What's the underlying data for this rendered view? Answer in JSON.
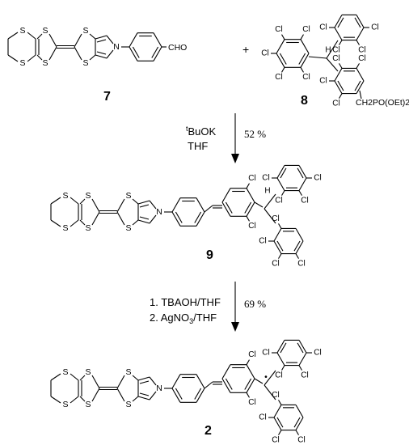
{
  "compounds": {
    "c7": {
      "label": "7",
      "substituent": "CHO"
    },
    "c8": {
      "label": "8",
      "substituent": "CH2PO(OEt)2"
    },
    "c9": {
      "label": "9"
    },
    "c2": {
      "label": "2"
    }
  },
  "atoms": {
    "sulfur": "S",
    "nitrogen": "N",
    "chlorine": "Cl",
    "hydrogen": "H",
    "radical": "•"
  },
  "plus_sign": "+",
  "step1": {
    "reagent_superscript": "t",
    "reagent": "BuOK",
    "solvent": "THF",
    "yield": "52 %"
  },
  "step2": {
    "line1": "1. TBAOH/THF",
    "line2": "2. AgNO3/THF",
    "yield": "69 %"
  }
}
